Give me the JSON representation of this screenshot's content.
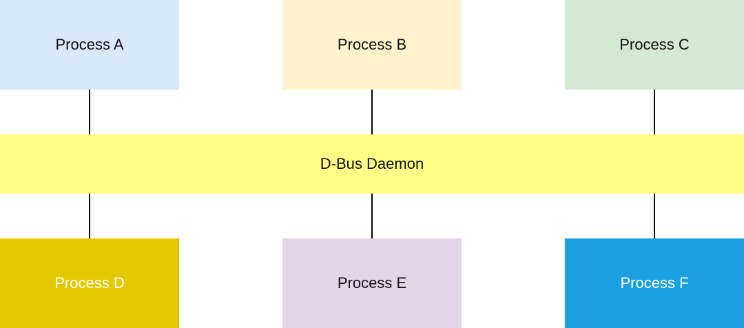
{
  "diagram": {
    "bus": {
      "label": "D-Bus Daemon",
      "color": "#ffff88"
    },
    "processes_top": [
      {
        "label": "Process A",
        "fill": "#dae8fc",
        "text_color": "#111111"
      },
      {
        "label": "Process B",
        "fill": "#fff2cc",
        "text_color": "#111111"
      },
      {
        "label": "Process C",
        "fill": "#d5e8d4",
        "text_color": "#111111"
      }
    ],
    "processes_bottom": [
      {
        "label": "Process D",
        "fill": "#e3c800",
        "text_color": "#ffffff"
      },
      {
        "label": "Process E",
        "fill": "#e1d5e7",
        "text_color": "#111111"
      },
      {
        "label": "Process F",
        "fill": "#1ba1e2",
        "text_color": "#ffffff"
      }
    ],
    "connector_color": "#000000"
  }
}
